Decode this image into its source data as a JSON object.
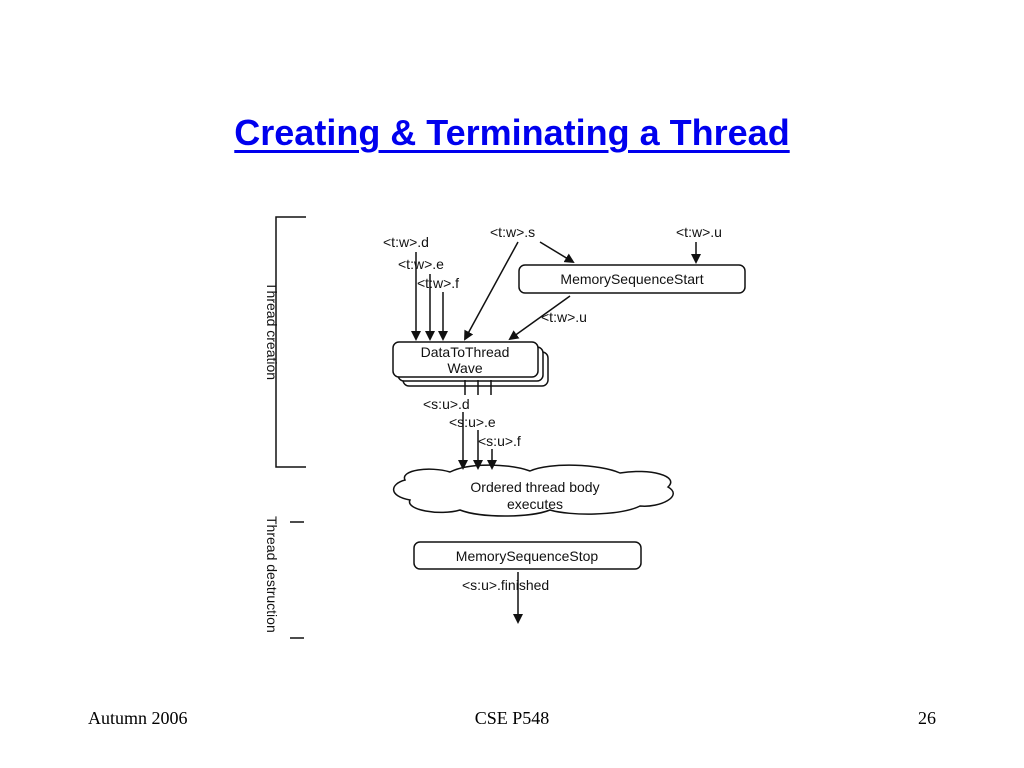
{
  "slide": {
    "title": "Creating & Terminating a Thread"
  },
  "footer": {
    "left": "Autumn 2006",
    "center": "CSE P548",
    "right": "26"
  },
  "diagram": {
    "phases": {
      "creation": "Thread creation",
      "destruction": "Thread destruction"
    },
    "nodes": {
      "memory_sequence_start": "MemorySequenceStart",
      "data_to_thread_wave": [
        "DataToThread",
        "Wave"
      ],
      "ordered_thread_body": [
        "Ordered thread body",
        "executes"
      ],
      "memory_sequence_stop": "MemorySequenceStop"
    },
    "tokens": {
      "tw_d": "<t:w>.d",
      "tw_e": "<t:w>.e",
      "tw_f": "<t:w>.f",
      "tw_s": "<t:w>.s",
      "tw_u_top": "<t:w>.u",
      "tw_u_mid": "<t:w>.u",
      "su_d": "<s:u>.d",
      "su_e": "<s:u>.e",
      "su_f": "<s:u>.f",
      "su_finished": "<s:u>.finished"
    }
  }
}
